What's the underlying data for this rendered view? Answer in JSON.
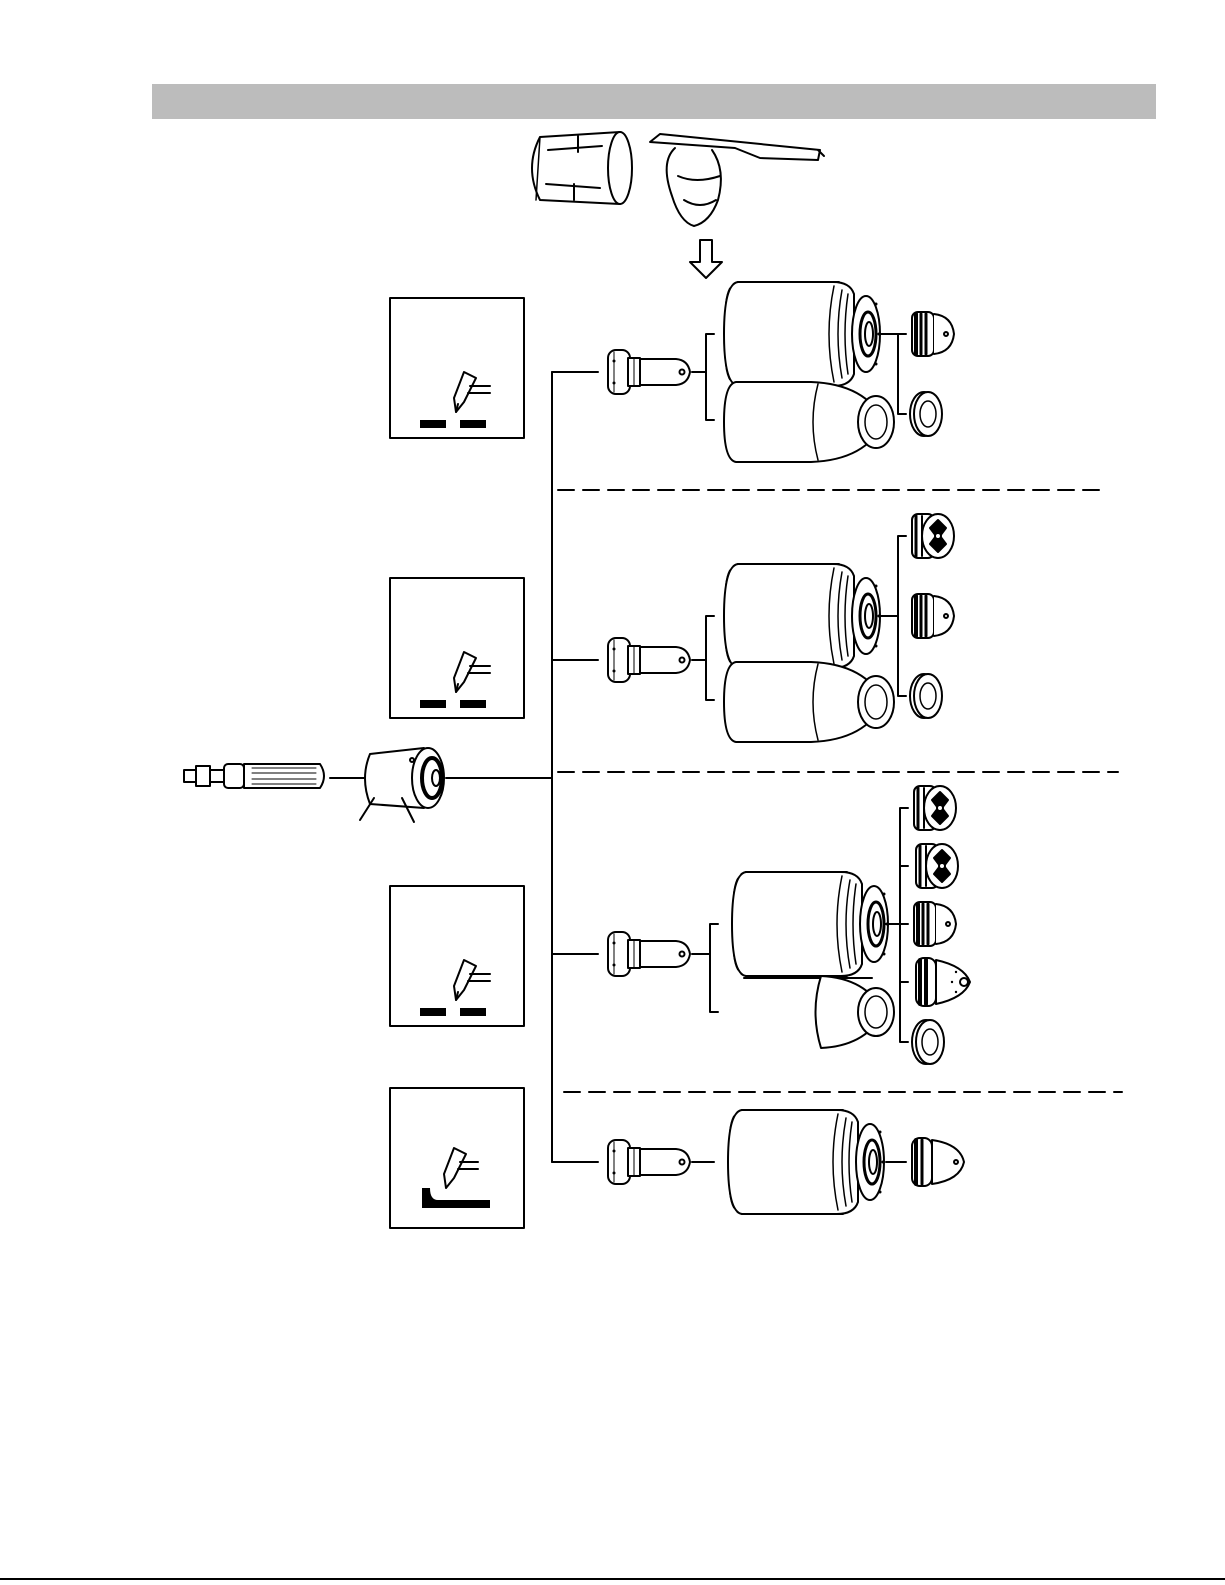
{
  "header": {
    "fill": "#bcbcbc"
  },
  "diagram": {
    "stroke_color": "#000000",
    "branches": [
      {
        "id": "branch-1",
        "icon": "cutting-mode-icon",
        "shield_variants": 2,
        "tip_variants": 2
      },
      {
        "id": "branch-2",
        "icon": "cutting-mode-icon",
        "shield_variants": 2,
        "tip_variants": 3
      },
      {
        "id": "branch-3",
        "icon": "cutting-mode-icon",
        "shield_variants": 2,
        "tip_variants": 5
      },
      {
        "id": "branch-4",
        "icon": "gouging-mode-icon",
        "shield_variants": 1,
        "tip_variants": 1
      }
    ],
    "tools": [
      "shield-removal-tool-icon",
      "torch-wrench-tool-icon",
      "down-arrow-icon"
    ],
    "torch": [
      "torch-body-icon",
      "swirl-ring-icon"
    ]
  }
}
